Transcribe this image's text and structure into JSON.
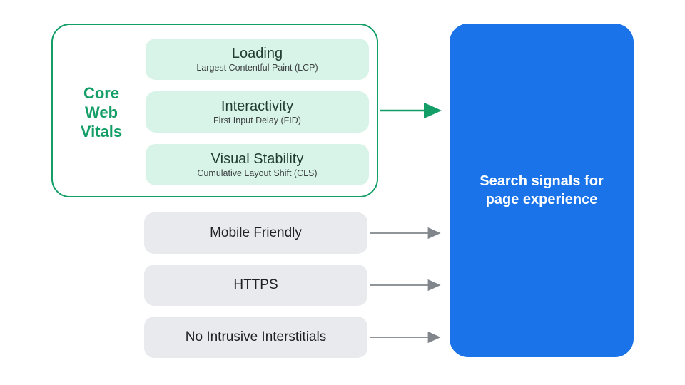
{
  "core_web_vitals": {
    "label": "Core Web Vitals",
    "items": [
      {
        "title": "Loading",
        "subtitle": "Largest Contentful Paint (LCP)"
      },
      {
        "title": "Interactivity",
        "subtitle": "First Input Delay (FID)"
      },
      {
        "title": "Visual Stability",
        "subtitle": "Cumulative Layout Shift (CLS)"
      }
    ]
  },
  "other_signals": [
    {
      "label": "Mobile Friendly"
    },
    {
      "label": "HTTPS"
    },
    {
      "label": "No Intrusive Interstitials"
    }
  ],
  "result": {
    "label": "Search signals for page experience"
  },
  "icons": {
    "arrow_green": "right-arrow",
    "arrow_gray": "right-arrow"
  },
  "colors": {
    "green": "#149e67",
    "green_light": "#d8f3e7",
    "gray_pill": "#e8eaed",
    "blue": "#1a73e8",
    "arrow_gray": "#80868b",
    "text_dark": "#202124"
  }
}
